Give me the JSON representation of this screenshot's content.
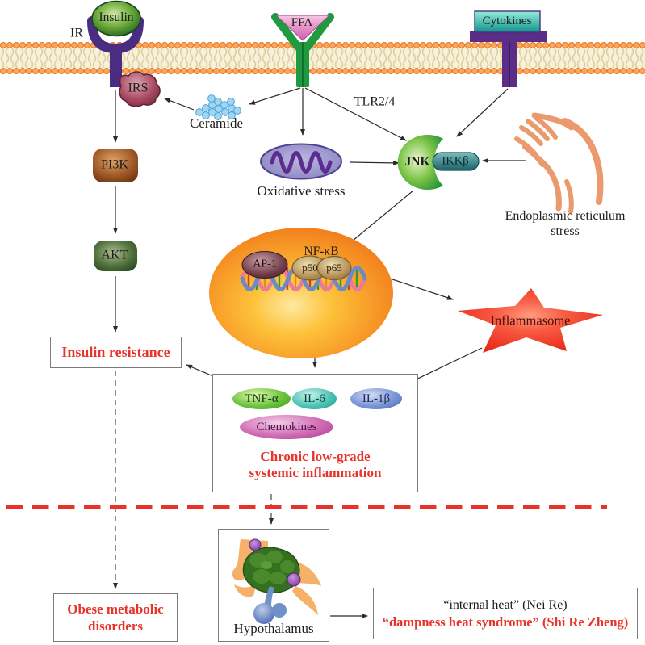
{
  "molecules": {
    "insulin": "Insulin",
    "ir": "IR",
    "irs": "IRS",
    "ceramide": "Ceramide",
    "ffa": "FFA",
    "tlr24": "TLR2/4",
    "cytokines": "Cytokines",
    "oxidative_stress": "Oxidative stress",
    "jnk": "JNK",
    "ikkb": "IKKβ",
    "er_stress_line1": "Endoplasmic reticulum",
    "er_stress_line2": "stress",
    "pi3k": "PI3K",
    "akt": "AKT",
    "nfkb": "NF-κB",
    "ap1": "AP-1",
    "p50": "p50",
    "p65": "p65",
    "inflammasome": "Inflammasome",
    "tnfa": "TNF-α",
    "il6": "IL-6",
    "il1b": "IL-1β",
    "chemokines": "Chemokines",
    "hypothalamus": "Hypothalamus"
  },
  "outcomes": {
    "insulin_resistance": "Insulin resistance",
    "chronic_line1": "Chronic low-grade",
    "chronic_line2": "systemic inflammation",
    "obese_line1": "Obese metabolic",
    "obese_line2": "disorders",
    "internal_heat": "“internal heat” (Nei Re)",
    "dampness_heat": "“dampness heat syndrome” (Shi Re Zheng)"
  },
  "colors": {
    "accent_red": "#e8332a",
    "membrane_head_orange": "#f49b54",
    "membrane_band_cream": "#f7f1d9",
    "receptor_purple": "#4a2d82",
    "receptor_green": "#1f9a41",
    "nucleus_orange": "#f68b1f",
    "inflammasome_red": "#ee3124",
    "er_salmon": "#ea9a6c",
    "ceramide_blue": "#9fd6f2"
  }
}
